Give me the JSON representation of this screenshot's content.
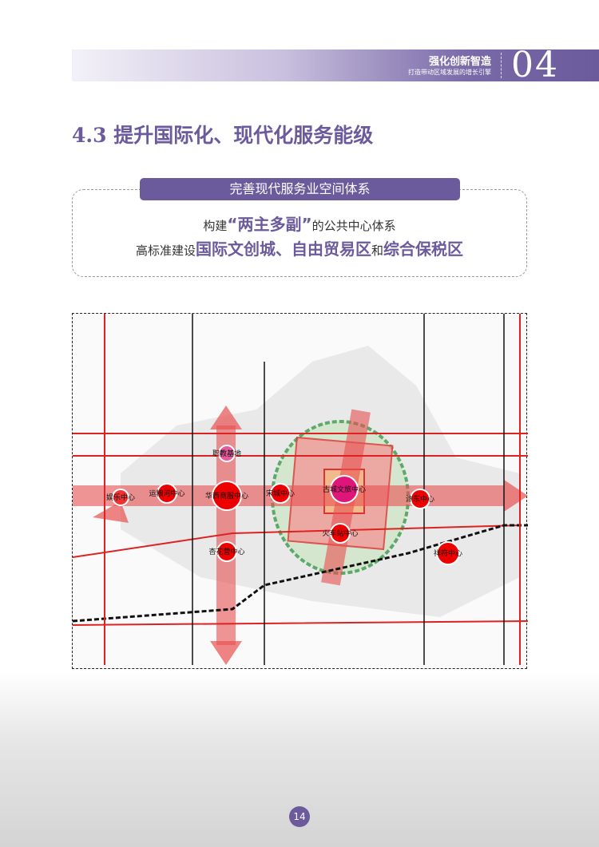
{
  "header": {
    "chapter_title": "强化创新智造",
    "chapter_subtitle": "打造带动区域发展的增长引擎",
    "chapter_number": "04"
  },
  "section_title": "4.3 提升国际化、现代化服务能级",
  "callout": {
    "heading": "完善现代服务业空间体系",
    "line1_pre": "构建",
    "line1_em": "“两主多副”",
    "line1_post": "的公共中心体系",
    "line2_pre": "高标准建设",
    "line2_em1": "国际文创城",
    "sep1": "、",
    "line2_em2": "自由贸易区",
    "and": "和",
    "line2_em3": "综合保税区"
  },
  "map": {
    "centers": [
      "娱乐中心",
      "运粮河中心",
      "华西商服中心",
      "宋城中心",
      "古城文旅中心",
      "汴东中心",
      "火车站中心",
      "杏花营中心",
      "职教基地",
      "祥符中心"
    ]
  },
  "page_number": "14"
}
